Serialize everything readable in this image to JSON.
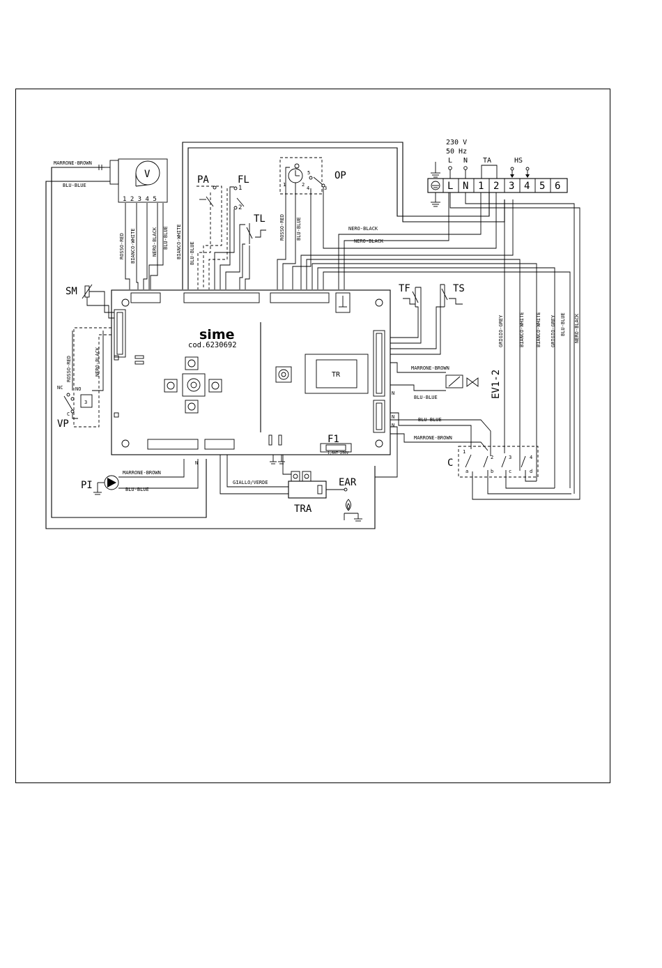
{
  "supply": {
    "voltage": "230 V",
    "frequency": "50 Hz",
    "L": "L",
    "N": "N"
  },
  "terminal_block": {
    "labels": [
      "L",
      "N",
      "1",
      "2",
      "3",
      "4",
      "5",
      "6"
    ],
    "ta": "TA",
    "hs": "HS"
  },
  "components": {
    "V": "V",
    "PA": "PA",
    "FL": "FL",
    "TL": "TL",
    "OP": "OP",
    "SM": "SM",
    "VP": "VP",
    "TF": "TF",
    "TS": "TS",
    "EV": "EV1-2",
    "PI": "PI",
    "TRA": "TRA",
    "EAR": "EAR",
    "C": "C",
    "TR": "TR",
    "F1": "F1"
  },
  "board": {
    "brand": "sime",
    "code": "cod.6230692"
  },
  "fan_pins": "1 2 3 4  5",
  "fl_pins": [
    "1",
    "2"
  ],
  "op_pins": [
    "1",
    "2",
    "5",
    "4",
    "3"
  ],
  "vp_pins": {
    "nc": "NC",
    "no": "NO",
    "c": "C"
  },
  "connector_labels": {
    "n_ev": "N",
    "n1": "N",
    "n2": "N",
    "n_pump": "N"
  },
  "fuse_text": "1,6AT 250V",
  "c_pins": [
    "1",
    "2",
    "3",
    "4"
  ],
  "c_letters": [
    "a",
    "b",
    "c",
    "d"
  ],
  "wires": {
    "marrone_brown": "MARRONE-BROWN",
    "blu_blue": "BLU-BLUE",
    "rosso_red": "ROSSO-RED",
    "bianco_white": "BIANCO-WHITE",
    "nero_black": "NERO-BLACK",
    "giallo_verde": "GIALLO/VERDE",
    "grigio_grey": "GRIGIO-GREY"
  }
}
